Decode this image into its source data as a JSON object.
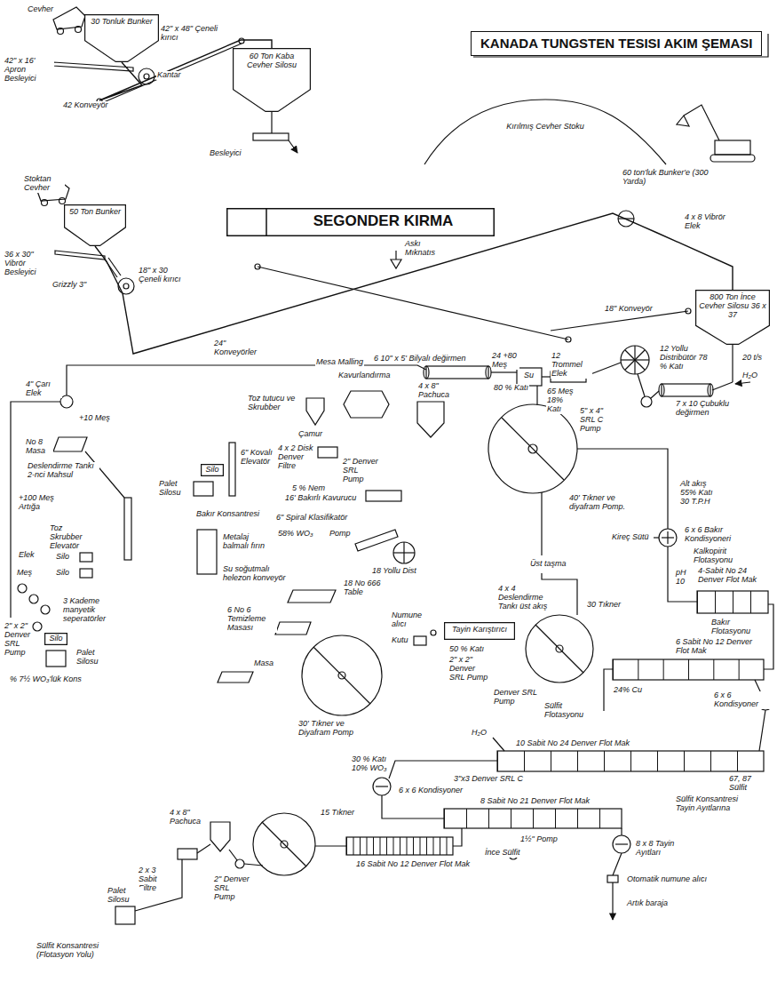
{
  "diagram": {
    "title": "KANADA TUNGSTEN TESISI AKIM ŞEMASI",
    "nodes": [
      {
        "text": [
          "30 Tonluk Bunker"
        ]
      },
      {
        "text": [
          "60 Ton Kaba Cevher Silosu"
        ]
      },
      {
        "text": [
          "Kırılmış Cevher Stoku"
        ]
      },
      {
        "text": [
          "SEGONDER KIRMA"
        ]
      },
      {
        "text": [
          "50 Ton Bunker"
        ]
      },
      {
        "text": [
          "800 Ton İnce Cevher Silosu 36 x 37"
        ]
      },
      {
        "text": [
          "Tayin Karıştırıcı"
        ]
      },
      {
        "text": [
          "Silo"
        ]
      },
      {
        "text": [
          "Silo"
        ]
      }
    ],
    "edges": [
      {
        "from": 0,
        "to": 1,
        "arrow": "none"
      },
      {
        "from": 4,
        "to": 5,
        "arrow": "none"
      }
    ],
    "labels": [
      "Cevher",
      "42\" x 16' Apron Besleyici",
      "42\" x 48\" Çeneli kırıcı",
      "Kantar",
      "42 Konveyör",
      "Besleyici",
      "60 ton'luk Bunker'e (300 Yarda)",
      "Stoktan Cevher",
      "36 x 30\" Vibrör Besleyici",
      "Grizzly 3\"",
      "18\" x 30 Çeneli kırıcı",
      "Askı Mıknatıs",
      "4 x 8 Vibrör Elek",
      "24\" Konveyörler",
      "18\" Konveyör",
      "12 Trommel Elek",
      "12 Yollu Distribütör 78 % Katı",
      "Su",
      "24 +80 Meş",
      "6 10\" x 5' Bilyalı değirmen",
      "80 % Katı",
      "65 Meş 18% Katı",
      "5\" x 4\" SRL C Pump",
      "20 t/s",
      "H₂O",
      "7 x 10 Çubuklu değirmen",
      "Mesa Malling",
      "Kavurlandırma",
      "Toz tutucu ve Skrubber",
      "4 x 8\" Pachuca",
      "Çamur",
      "4\" Çarı Elek",
      "+10 Meş",
      "No 8 Masa",
      "Deslendirme Tankı 2-nci Mahsul",
      "6\" Kovalı Elevatör",
      "4 x 2 Disk Denver Filtre",
      "2\" Denver SRL Pump",
      "5 % Nem",
      "16' Bakırlı Kavurucu",
      "Palet Silosu",
      "Bakır Konsantresi",
      "40' Tıkner ve diyafram Pomp.",
      "Alt akış 55% Katı 30 T.P.H",
      "6 x 6 Bakır Kondisyoneri",
      "Kalkopirit Flotasyonu",
      "Kireç Sütü",
      "Üst taşma",
      "pH 10",
      "4-Sabit No 24 Denver Flot Mak",
      "+100 Meş Artığa",
      "Toz Skrubber Elevatör",
      "6\" Spiral Klasifikatör",
      "58% WO₃",
      "Pomp",
      "Metalaj balmalı fırın",
      "Elek",
      "Silo",
      "Silo",
      "Meş",
      "Su soğutmalı helezon konveyör",
      "3 Kademe manyetik seperatörler",
      "2\" x 2\" Denver SRL Pump",
      "Palet Silosu",
      "% 7½ WO₃'lük Kons",
      "18 Yollu Dist",
      "18 No 666 Table",
      "6 No 6 Temizleme Masası",
      "Numune alıcı",
      "Kutu",
      "Masa",
      "30' Tıkner ve Diyafram Pomp",
      "4 x 4 Deslendirme Tankı üst akış",
      "30 Tıkner",
      "50 % Katı",
      "2\" x 2\" Denver SRL Pump",
      "Denver SRL Pump",
      "Bakır Flotasyonu",
      "6 Sabit No 12 Denver Flot Mak",
      "24% Cu",
      "Sülfit Flotasyonu",
      "6 x 6 Kondisyoner",
      "H₂O",
      "10 Sabit No 24 Denver Flot Mak",
      "67, 87 Sülfit",
      "Sülfit Konsantresi Tayin Ayıtlarına",
      "3\"x3 Denver SRL C",
      "30 % Katı 10% WO₃",
      "6 x 6 Kondisyoner",
      "8 Sabit No 21 Denver Flot Mak",
      "8 x 8 Tayin Ayıtları",
      "Otomatik numune alıcı",
      "Artık baraja",
      "16 Sabit No 12 Denver Flot Mak",
      "1½\" Pomp",
      "İnce Sülfit",
      "15 Tıkner",
      "4 x 8\" Pachuca",
      "2\" Denver SRL Pump",
      "2 x 3 Sabit Filtre",
      "Palet Silosu",
      "Sülfit Konsantresi (Flotasyon Yolu)"
    ]
  }
}
